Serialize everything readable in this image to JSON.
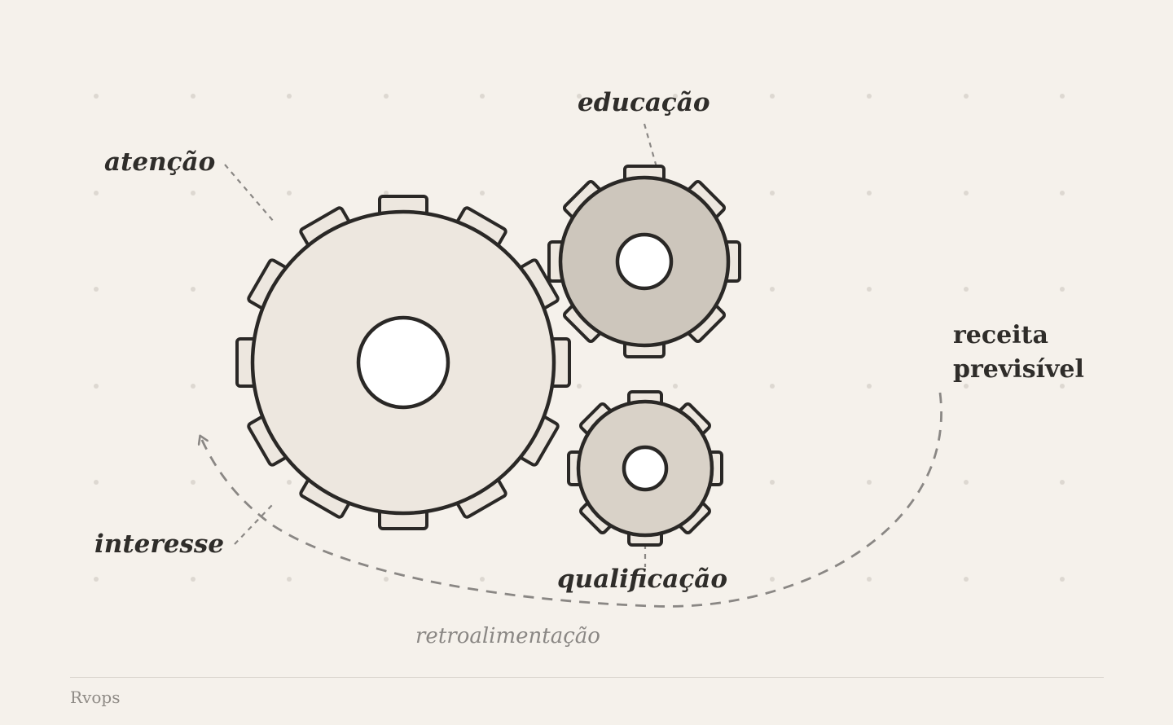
{
  "labels": {
    "attention": "atenção",
    "education": "educação",
    "interest": "interesse",
    "qualification": "qualificação",
    "revenue_line1": "receita",
    "revenue_line2": "previsível",
    "feedback": "retroalimentação"
  },
  "footer": {
    "brand": "Rvops"
  },
  "colors": {
    "background": "#f5f1eb",
    "large_gear_fill": "#ede7df",
    "medium_gear_fill": "#cdc6bc",
    "small_gear_fill": "#d9d2c8",
    "tooth_fill": "#ede7df",
    "stroke": "#2a2826",
    "connector": "#8a8784",
    "grid_dot": "#ddd8d1"
  }
}
